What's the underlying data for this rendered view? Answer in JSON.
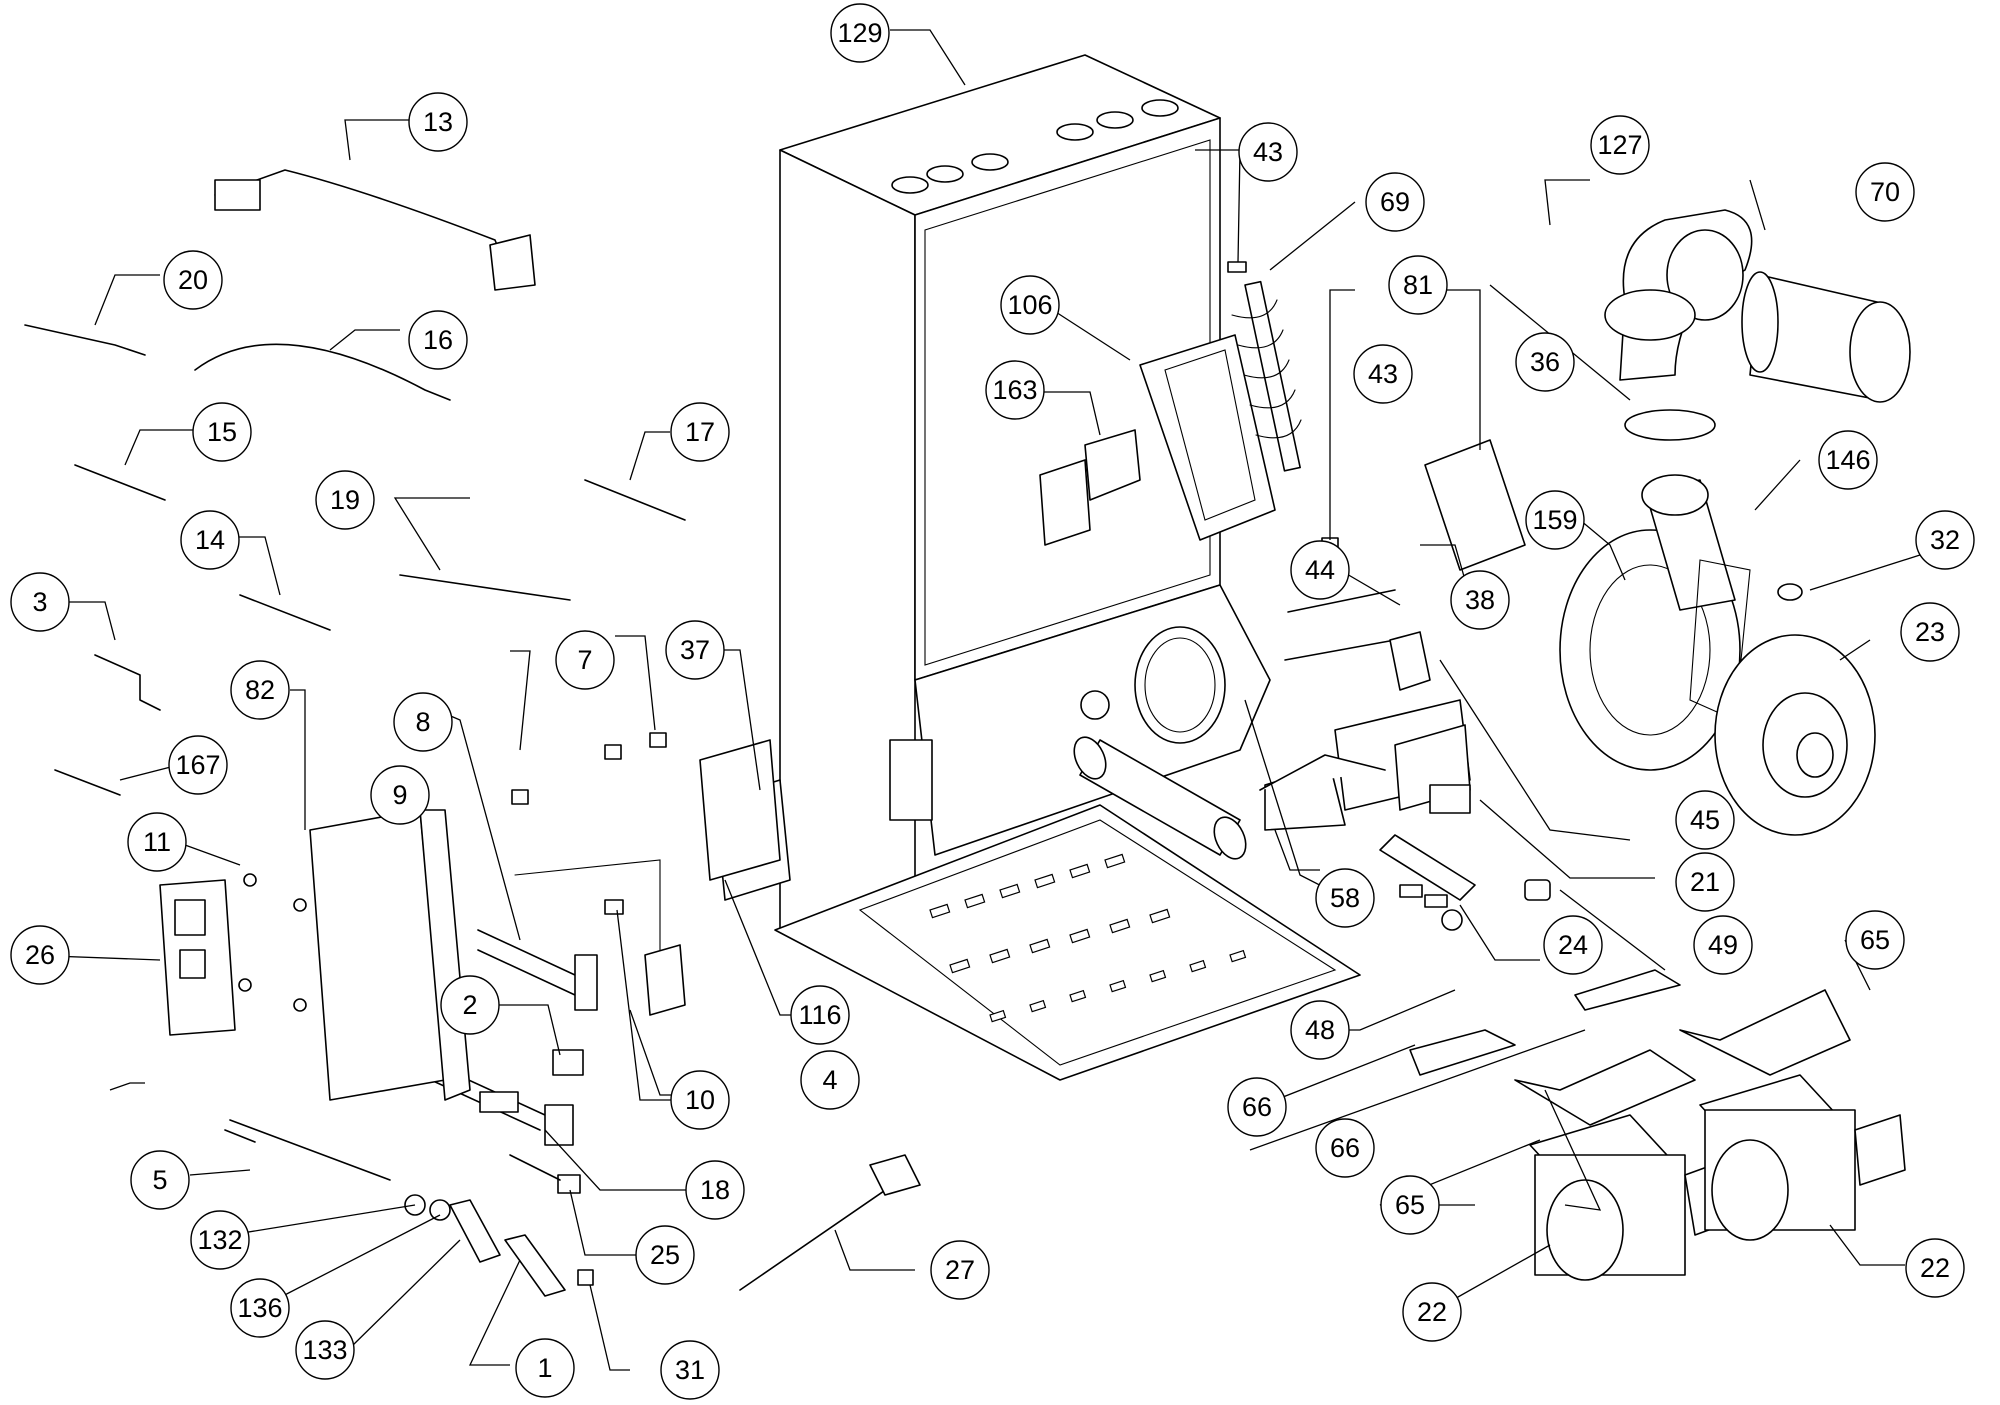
{
  "diagram": {
    "callout_labels": {
      "c1": "1",
      "c2": "2",
      "c3": "3",
      "c4": "4",
      "c5": "5",
      "c7": "7",
      "c8": "8",
      "c9": "9",
      "c10": "10",
      "c11": "11",
      "c13": "13",
      "c14": "14",
      "c15": "15",
      "c16": "16",
      "c17": "17",
      "c18": "18",
      "c19": "19",
      "c20": "20",
      "c21": "21",
      "c22a": "22",
      "c22b": "22",
      "c23": "23",
      "c24": "24",
      "c25": "25",
      "c26": "26",
      "c27": "27",
      "c31": "31",
      "c32": "32",
      "c36": "36",
      "c37": "37",
      "c38": "38",
      "c43a": "43",
      "c43b": "43",
      "c44": "44",
      "c45": "45",
      "c48": "48",
      "c49": "49",
      "c58": "58",
      "c65a": "65",
      "c65b": "65",
      "c66a": "66",
      "c66b": "66",
      "c69": "69",
      "c70": "70",
      "c81": "81",
      "c82": "82",
      "c106": "106",
      "c116": "116",
      "c127": "127",
      "c129": "129",
      "c132": "132",
      "c133": "133",
      "c136": "136",
      "c146": "146",
      "c159": "159",
      "c163": "163",
      "c167": "167"
    }
  }
}
